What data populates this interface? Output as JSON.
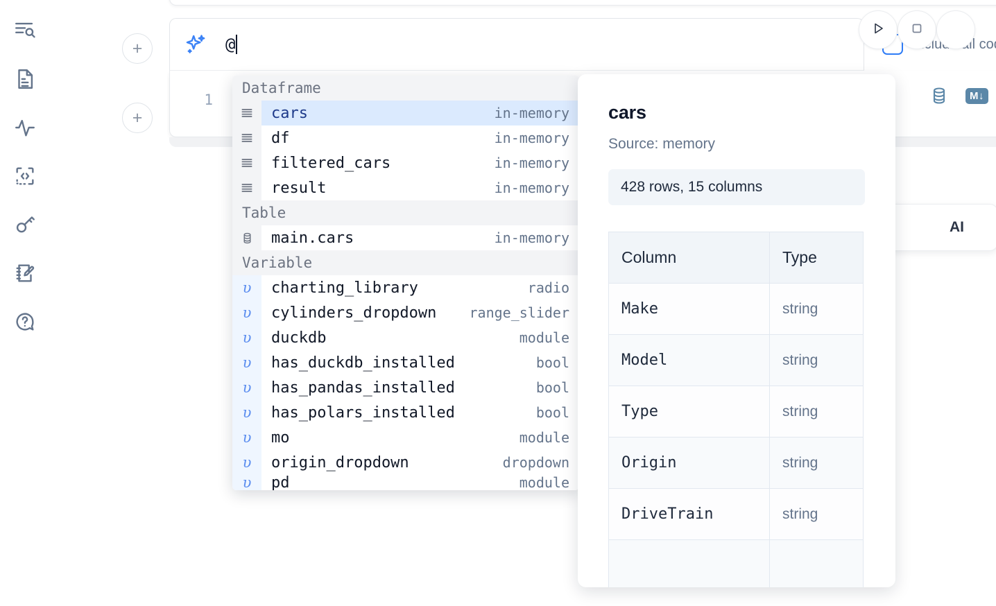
{
  "sidebar": {
    "items": [
      {
        "icon": "outline-search-icon",
        "name": "sidebar-item-outline"
      },
      {
        "icon": "file-text-icon",
        "name": "sidebar-item-files"
      },
      {
        "icon": "activity-pulse-icon",
        "name": "sidebar-item-variables"
      },
      {
        "icon": "code-snippet-icon",
        "name": "sidebar-item-snippets"
      },
      {
        "icon": "key-icon",
        "name": "sidebar-item-secrets"
      },
      {
        "icon": "notebook-pencil-icon",
        "name": "sidebar-item-scratchpad"
      },
      {
        "icon": "chat-question-icon",
        "name": "sidebar-item-help"
      }
    ]
  },
  "toolbar": {
    "run_label": "run-cell",
    "stop_label": "stop-cell",
    "include_all_code_label": "Include all code",
    "include_all_code_checked": false,
    "accent_color": "#2f7cf6"
  },
  "prompt": {
    "icon": "sparkle-ai-icon",
    "value": "@",
    "placeholder": ""
  },
  "cell": {
    "line_number": "1",
    "database_icon": "database-icon",
    "markdown_badge": "M↓"
  },
  "with_ai_button": {
    "label": "AI"
  },
  "autocomplete": {
    "groups": [
      {
        "header": "Dataframe",
        "items": [
          {
            "label": "cars",
            "type": "in-memory",
            "kind": "dataframe",
            "selected": true
          },
          {
            "label": "df",
            "type": "in-memory",
            "kind": "dataframe",
            "selected": false
          },
          {
            "label": "filtered_cars",
            "type": "in-memory",
            "kind": "dataframe",
            "selected": false
          },
          {
            "label": "result",
            "type": "in-memory",
            "kind": "dataframe",
            "selected": false
          }
        ]
      },
      {
        "header": "Table",
        "items": [
          {
            "label": "main.cars",
            "type": "in-memory",
            "kind": "table",
            "selected": false
          }
        ]
      },
      {
        "header": "Variable",
        "items": [
          {
            "label": "charting_library",
            "type": "radio",
            "kind": "variable",
            "selected": false
          },
          {
            "label": "cylinders_dropdown",
            "type": "range_slider",
            "kind": "variable",
            "selected": false
          },
          {
            "label": "duckdb",
            "type": "module",
            "kind": "variable",
            "selected": false
          },
          {
            "label": "has_duckdb_installed",
            "type": "bool",
            "kind": "variable",
            "selected": false
          },
          {
            "label": "has_pandas_installed",
            "type": "bool",
            "kind": "variable",
            "selected": false
          },
          {
            "label": "has_polars_installed",
            "type": "bool",
            "kind": "variable",
            "selected": false
          },
          {
            "label": "mo",
            "type": "module",
            "kind": "variable",
            "selected": false
          },
          {
            "label": "origin_dropdown",
            "type": "dropdown",
            "kind": "variable",
            "selected": false
          },
          {
            "label": "pd",
            "type": "module",
            "kind": "variable",
            "selected": false
          }
        ]
      }
    ]
  },
  "doc_panel": {
    "title": "cars",
    "source": "Source: memory",
    "shape": "428 rows, 15 columns",
    "table": {
      "headers": [
        "Column",
        "Type"
      ],
      "rows": [
        {
          "column": "Make",
          "type": "string"
        },
        {
          "column": "Model",
          "type": "string"
        },
        {
          "column": "Type",
          "type": "string"
        },
        {
          "column": "Origin",
          "type": "string"
        },
        {
          "column": "DriveTrain",
          "type": "string"
        },
        {
          "column": "",
          "type": ""
        }
      ]
    }
  }
}
